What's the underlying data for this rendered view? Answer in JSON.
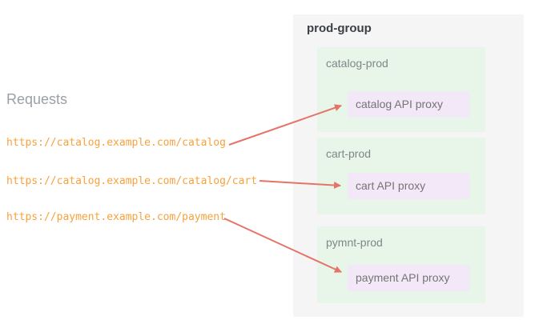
{
  "colors": {
    "group_box_bg": "#F5F5F5",
    "environment_bg": "#E8F5E9",
    "proxy_bg": "#F2E8F7",
    "arrow": "#E57368",
    "url_text": "#F7A23C",
    "requests_title_text": "#9AA0A6",
    "group_title_text": "#3C4043",
    "environment_label_text": "#80868B",
    "proxy_label_text": "#757575"
  },
  "requests": {
    "title": "Requests",
    "urls": [
      "https://catalog.example.com/catalog",
      "https://catalog.example.com/catalog/cart",
      "https://payment.example.com/payment"
    ]
  },
  "group": {
    "name": "prod-group",
    "environments": [
      {
        "name": "catalog-prod",
        "proxy": "catalog API proxy"
      },
      {
        "name": "cart-prod",
        "proxy": "cart API proxy"
      },
      {
        "name": "pymnt-prod",
        "proxy": "payment API proxy"
      }
    ]
  }
}
